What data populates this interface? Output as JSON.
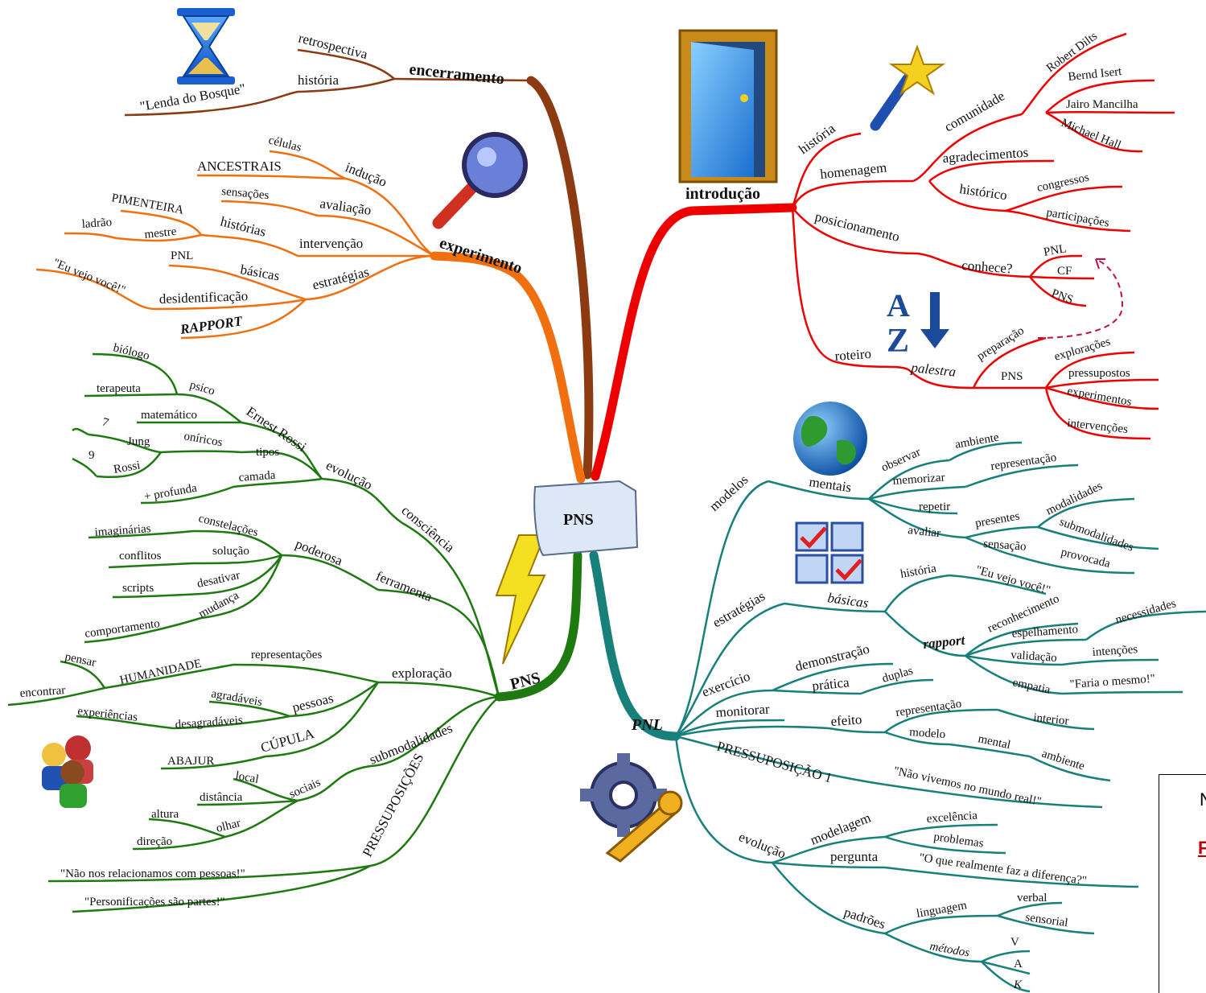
{
  "center": {
    "label": "PNS"
  },
  "branches": {
    "encerramento": {
      "title": "encerramento",
      "items": [
        "retrospectiva",
        "história",
        "\"Lenda do Bosque\""
      ]
    },
    "experimento": {
      "title": "experimento",
      "items": [
        "células",
        "ANCESTRAIS",
        "indução",
        "sensações",
        "avaliação",
        "PIMENTEIRA",
        "histórias",
        "ladrão",
        "mestre",
        "intervenção",
        "PNL",
        "básicas",
        "\"Eu vejo você!\"",
        "desidentificação",
        "estratégias",
        "RAPPORT"
      ]
    },
    "introducao": {
      "title": "introdução",
      "items": [
        "história",
        "homenagem",
        "comunidade",
        "Robert Dilts",
        "Bernd Isert",
        "Jairo Mancilha",
        "Michael Hall",
        "agradecimentos",
        "histórico",
        "congressos",
        "participações",
        "posicionamento",
        "conhece?",
        "PNL",
        "CF",
        "PNS",
        "roteiro",
        "palestra",
        "preparação",
        "PNS",
        "explorações",
        "pressupostos",
        "experimentos",
        "intervenções"
      ]
    },
    "pns": {
      "title": "PNS",
      "items": [
        "biólogo",
        "terapeuta",
        "psico",
        "matemático",
        "Ernest Rossi",
        "7",
        "Jung",
        "oníricos",
        "tipos",
        "9",
        "Rossi",
        "+ profunda",
        "camada",
        "evolução",
        "consciência",
        "imaginárias",
        "constelações",
        "conflitos",
        "solução",
        "poderosa",
        "scripts",
        "desativar",
        "comportamento",
        "mudança",
        "ferramenta",
        "pensar",
        "HUMANIDADE",
        "representações",
        "exploração",
        "encontrar",
        "agradáveis",
        "pessoas",
        "experiências",
        "desagradáveis",
        "CÚPULA",
        "ABAJUR",
        "submodalidades",
        "local",
        "distância",
        "sociais",
        "altura",
        "olhar",
        "direção",
        "PRESSUPOSIÇÕES",
        "\"Não nos relacionamos com pessoas!\"",
        "\"Personificações são partes!\""
      ]
    },
    "pnl": {
      "title": "PNL",
      "items": [
        "modelos",
        "mentais",
        "observar",
        "ambiente",
        "memorizar",
        "representação",
        "repetir",
        "avaliar",
        "presentes",
        "modalidades",
        "submodalidades",
        "sensação",
        "provocada",
        "estratégias",
        "básicas",
        "história",
        "\"Eu vejo você!\"",
        "rapport",
        "reconhecimento",
        "espelhamento",
        "necessidades",
        "validação",
        "intenções",
        "empatia",
        "\"Faria o mesmo!\"",
        "exercício",
        "demonstração",
        "prática",
        "duplas",
        "monitorar",
        "efeito",
        "representação",
        "interior",
        "modelo",
        "mental",
        "ambiente",
        "PRESSUPOSIÇÃO 1",
        "\"Não vivemos no mundo real!\"",
        "evolução",
        "modelagem",
        "excelência",
        "problemas",
        "pergunta",
        "\"O que realmente faz a diferença?\"",
        "padrões",
        "linguagem",
        "verbal",
        "sensorial",
        "métodos",
        "V",
        "A",
        "K"
      ]
    }
  },
  "icons": [
    "hourglass-icon",
    "door-icon",
    "magic-wand-icon",
    "magnifier-icon",
    "az-sort-icon",
    "globe-icon",
    "checklist-icon",
    "lightning-icon",
    "gear-wrench-icon",
    "people-icon"
  ],
  "colors": {
    "encerramento": "#8b3a12",
    "experimento": "#f07010",
    "introducao": "#ee0000",
    "pns": "#1e7a10",
    "pnl": "#18807a"
  },
  "note": {
    "line1": "N",
    "line2": "F"
  }
}
